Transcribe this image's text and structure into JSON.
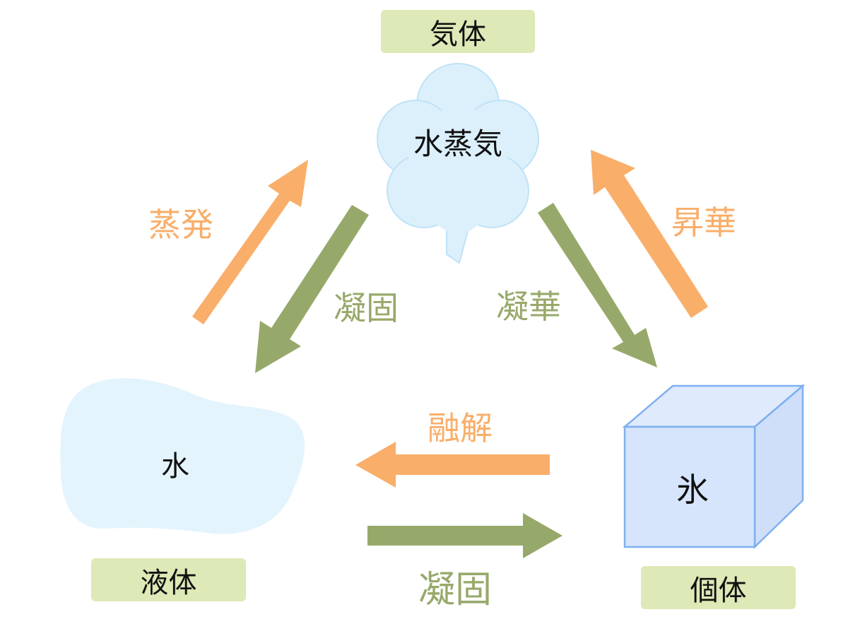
{
  "states": {
    "gas": "気体",
    "liquid": "液体",
    "solid": "個体"
  },
  "objects": {
    "vapor": "水蒸気",
    "water": "水",
    "ice": "氷"
  },
  "processes": {
    "evaporation": "蒸発",
    "condensation": "凝固",
    "deposition": "凝華",
    "sublimation": "昇華",
    "melting": "融解",
    "freezing": "凝固"
  },
  "colors": {
    "forward_arrow": "#f9ae6a",
    "reverse_arrow": "#97a96a",
    "label_bg": "#dde9b6",
    "cloud_fill": "#dcf0fc",
    "puddle_fill": "#e4f4fc",
    "ice_fill": "#d6e5fb",
    "ice_edge": "#7fb0f0"
  },
  "icons": {
    "vapor": "cloud-icon",
    "water": "puddle-icon",
    "ice": "ice-cube-icon"
  }
}
